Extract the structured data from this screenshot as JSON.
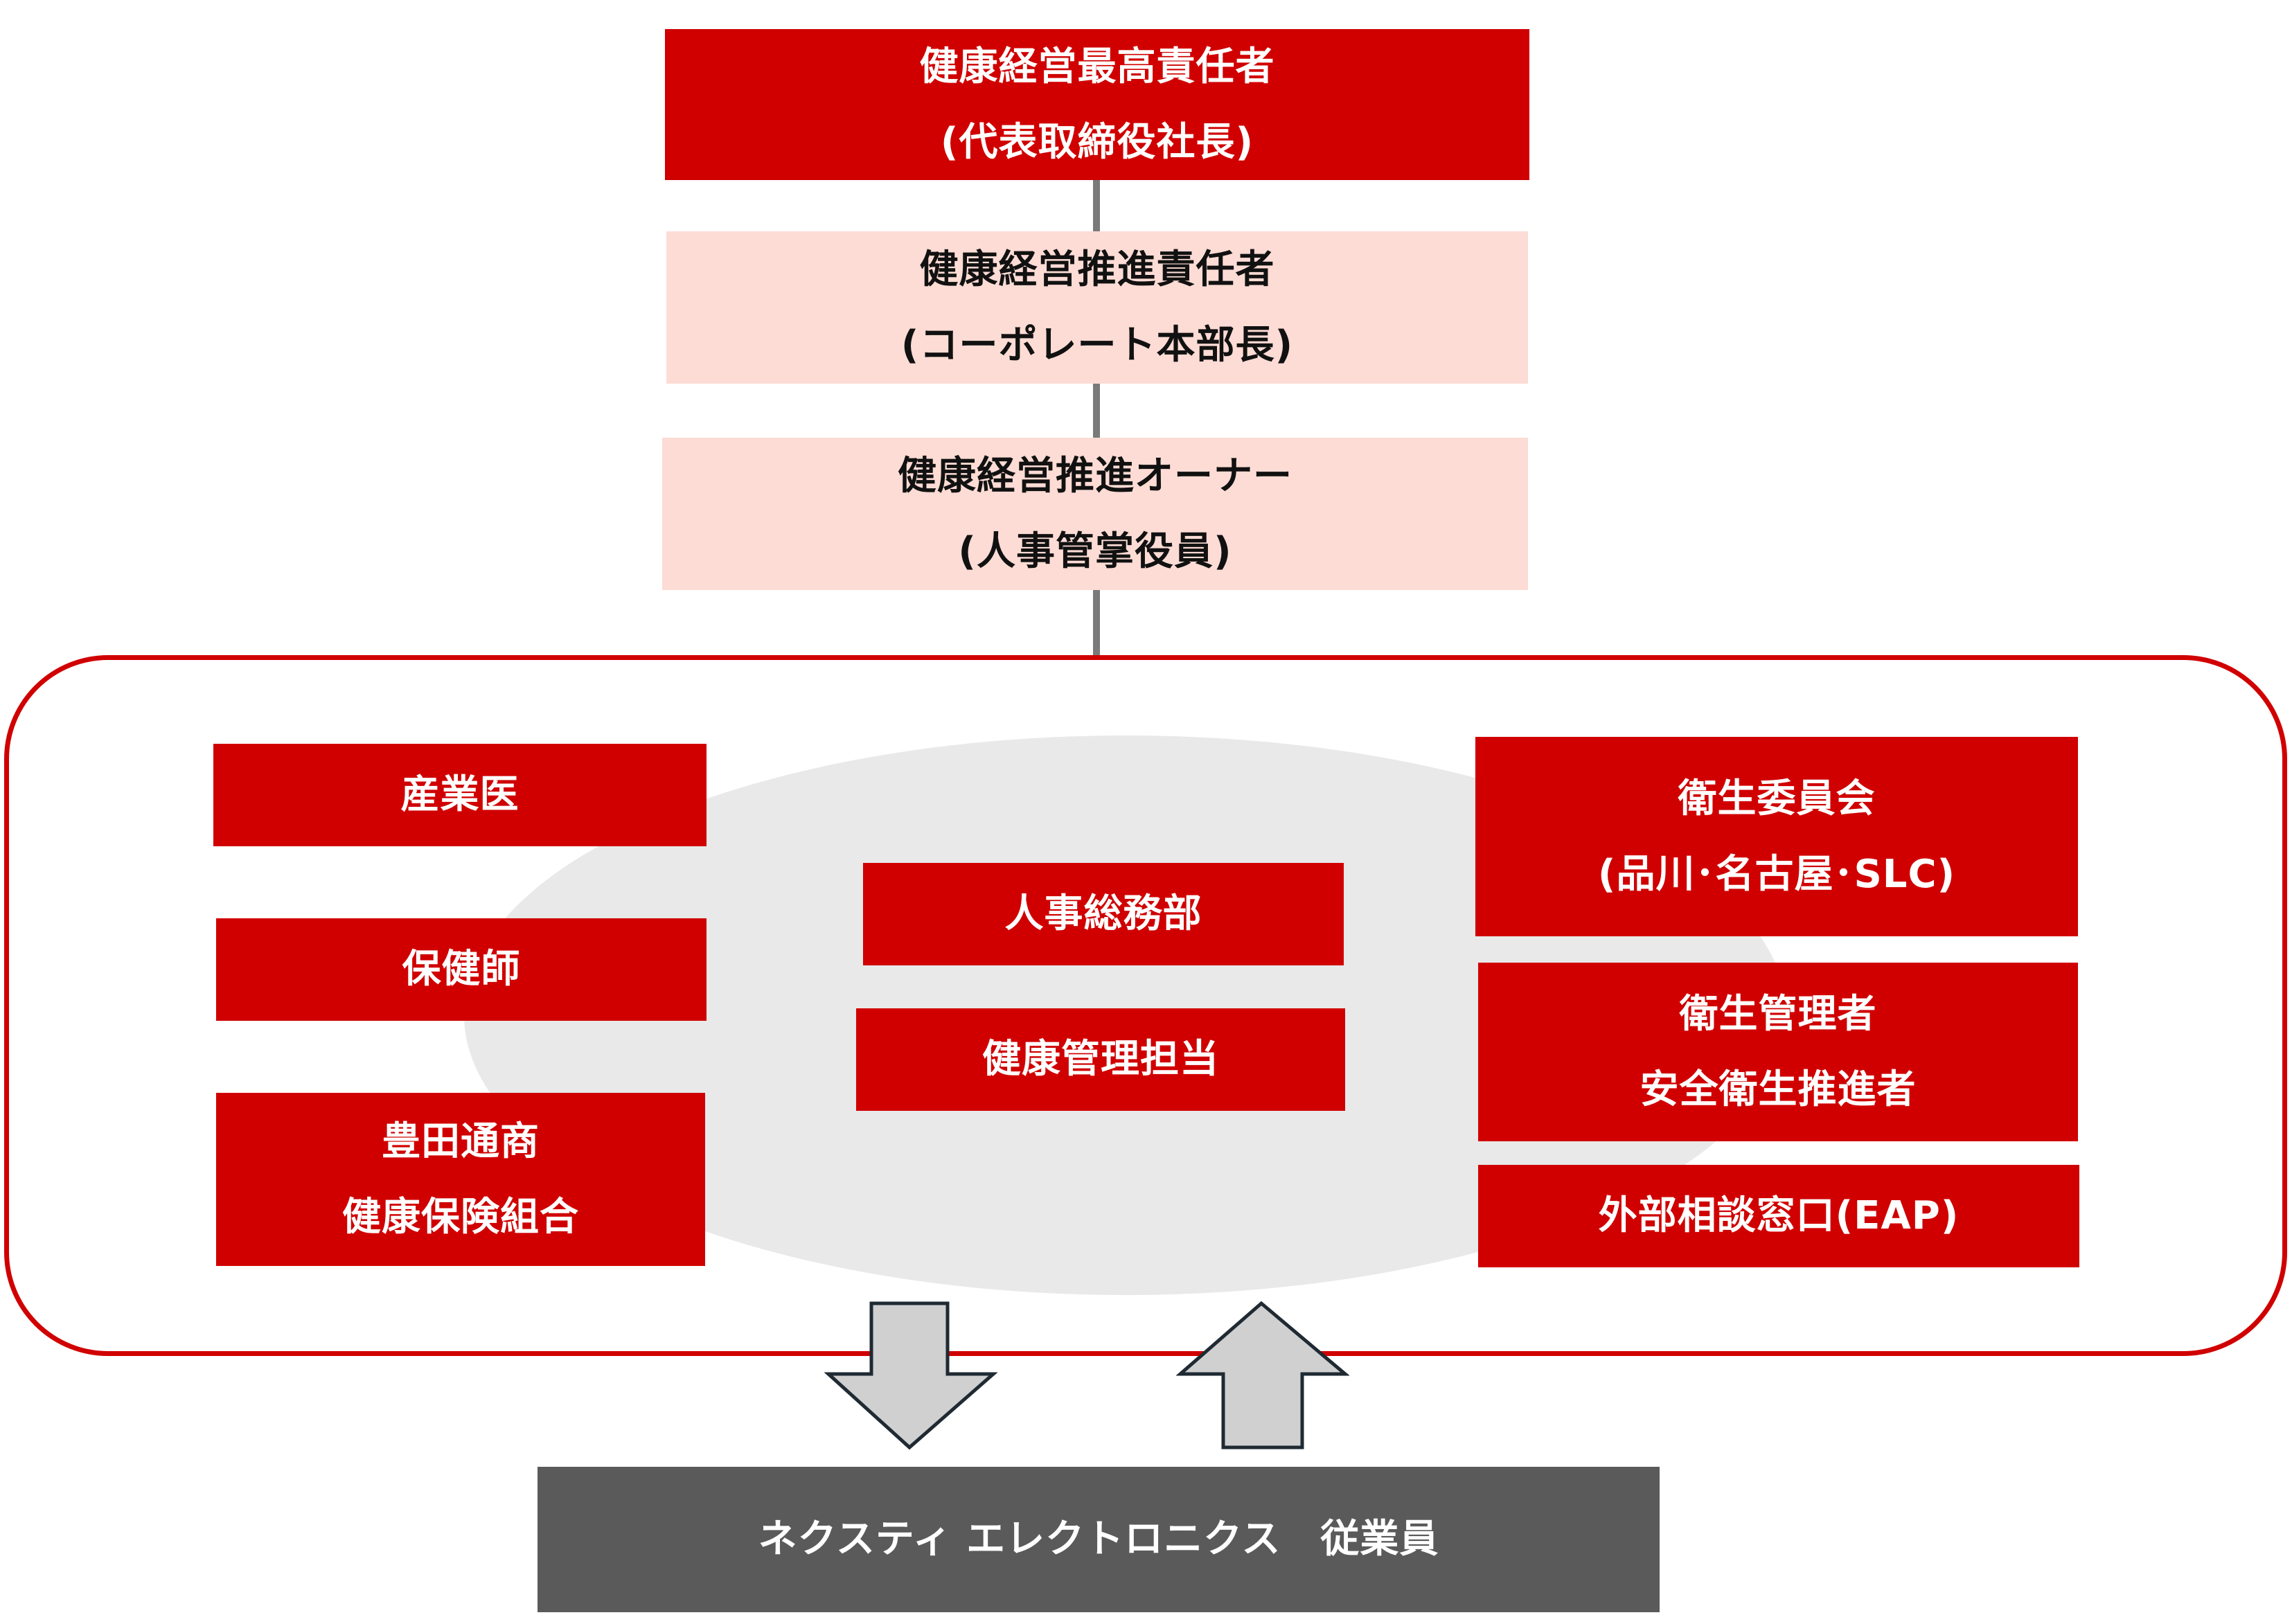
{
  "hierarchy": {
    "top": {
      "line1": "健康経営最高責任者",
      "line2": "(代表取締役社長)"
    },
    "second": {
      "line1": "健康経営推進責任者",
      "line2": "(コーポレート本部長)"
    },
    "third": {
      "line1": "健康経営推進オーナー",
      "line2": "(人事管掌役員)"
    }
  },
  "committee": {
    "left": [
      {
        "line1": "産業医"
      },
      {
        "line1": "保健師"
      },
      {
        "line1": "豊田通商",
        "line2": "健康保険組合"
      }
    ],
    "center": [
      {
        "line1": "人事総務部"
      },
      {
        "line1": "健康管理担当"
      }
    ],
    "right": [
      {
        "line1": "衛生委員会",
        "line2": "(品川･名古屋･SLC)"
      },
      {
        "line1": "衛生管理者",
        "line2": "安全衛生推進者"
      },
      {
        "line1": "外部相談窓口(EAP)"
      }
    ]
  },
  "employees": {
    "label": "ネクスティ エレクトロニクス　従業員"
  },
  "colors": {
    "red": "#d00000",
    "pink": "#fddcd5",
    "dark_gray": "#5a5a5a",
    "ellipse": "#e9e9e9",
    "arrow_fill": "#d0d0d0",
    "arrow_stroke": "#1f2a33"
  },
  "icons": {
    "down_arrow": "down-arrow-icon",
    "up_arrow": "up-arrow-icon"
  }
}
